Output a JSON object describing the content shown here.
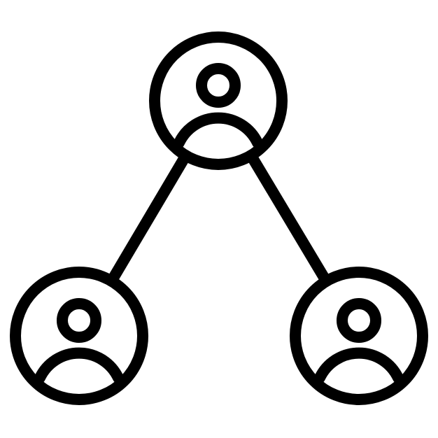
{
  "icon": {
    "name": "user-network-icon",
    "stroke_color": "#000000",
    "background_color": "#ffffff",
    "nodes": [
      {
        "role": "top"
      },
      {
        "role": "bottom-left"
      },
      {
        "role": "bottom-right"
      }
    ],
    "connections": [
      {
        "from": "top",
        "to": "bottom-left"
      },
      {
        "from": "top",
        "to": "bottom-right"
      }
    ]
  }
}
